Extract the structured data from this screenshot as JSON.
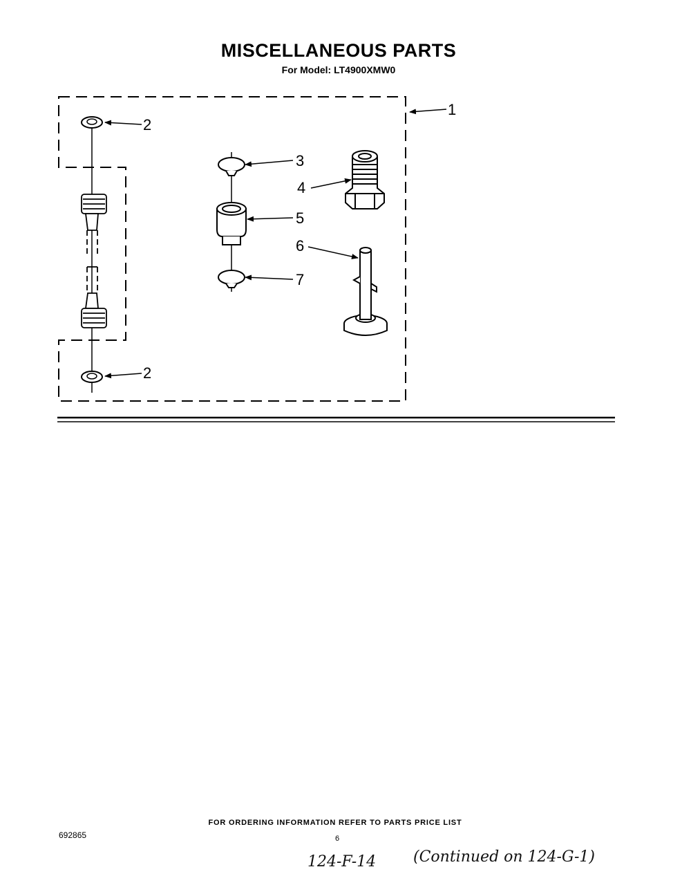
{
  "header": {
    "title": "MISCELLANEOUS PARTS",
    "subtitle": "For Model: LT4900XMW0"
  },
  "diagram": {
    "callouts": [
      {
        "id": "1",
        "label": "1"
      },
      {
        "id": "2a",
        "label": "2"
      },
      {
        "id": "2b",
        "label": "2"
      },
      {
        "id": "3",
        "label": "3"
      },
      {
        "id": "4",
        "label": "4"
      },
      {
        "id": "5",
        "label": "5"
      },
      {
        "id": "6",
        "label": "6"
      },
      {
        "id": "7",
        "label": "7"
      }
    ]
  },
  "footer": {
    "ordering_note": "FOR ORDERING INFORMATION REFER TO PARTS PRICE LIST",
    "doc_number": "692865",
    "page_number": "6"
  },
  "handwriting": {
    "reference": "124-F-14",
    "continued": "(Continued on 124-G-1)"
  },
  "colors": {
    "ink": "#000000",
    "paper": "#ffffff"
  }
}
